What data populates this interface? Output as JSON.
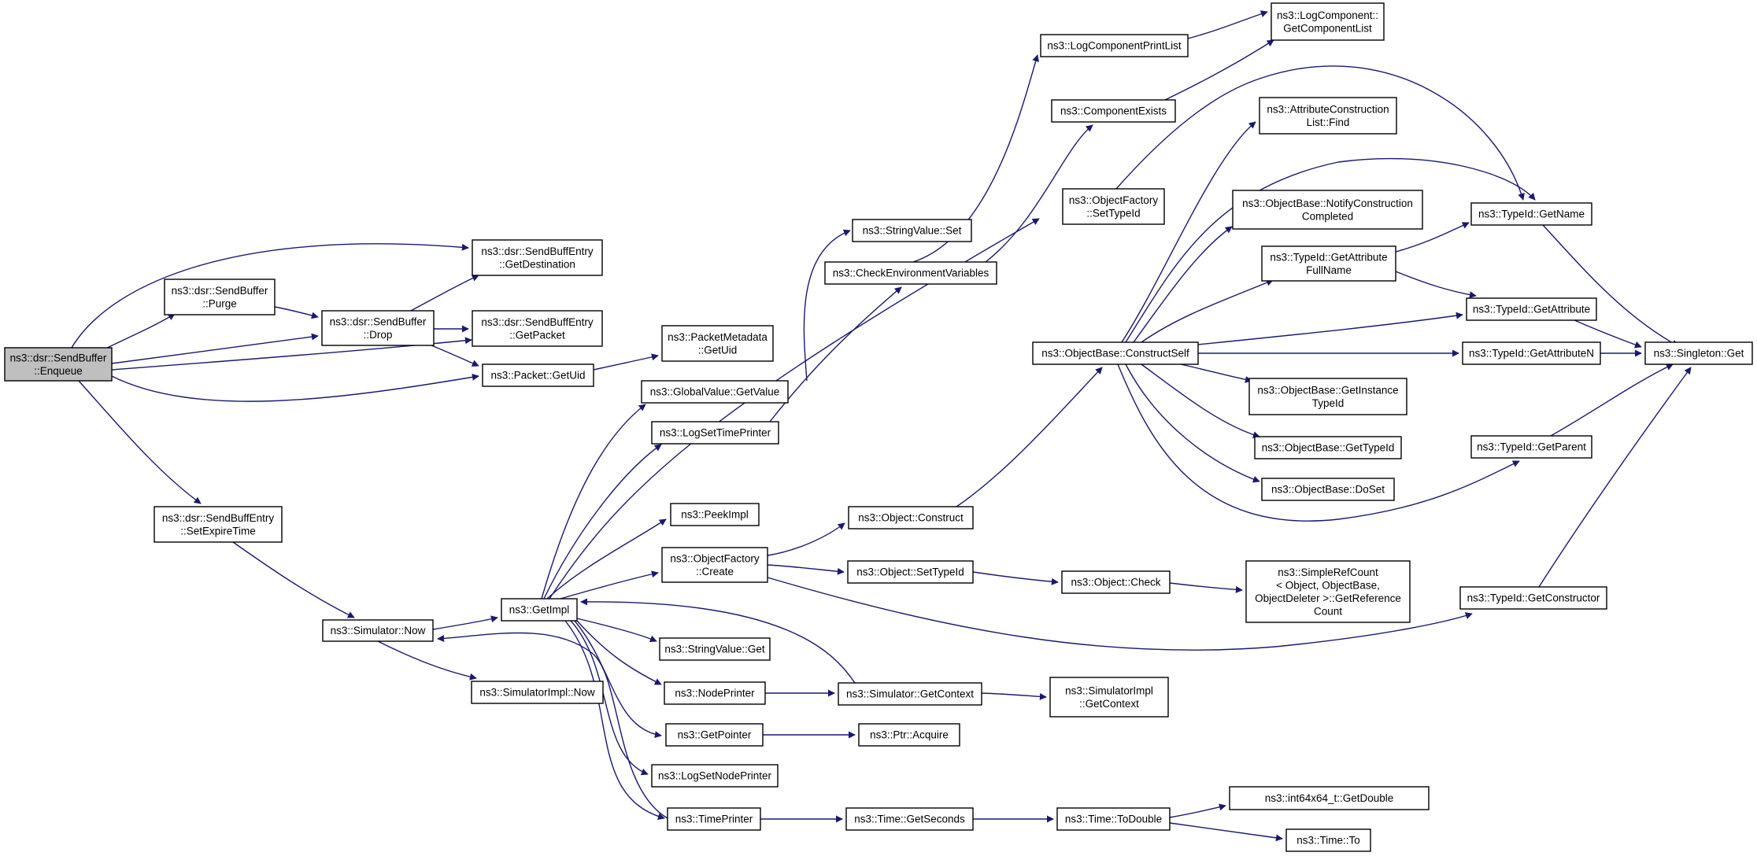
{
  "colors": {
    "edge": "#191970",
    "node_fill": "#ffffff",
    "node_border": "#000000",
    "highlight_fill": "#bfbfbf",
    "missing_border": "#ff0000"
  },
  "nodes": [
    {
      "id": "enqueue",
      "lines": [
        "ns3::dsr::SendBuffer",
        "::Enqueue"
      ],
      "style": "highlight"
    },
    {
      "id": "purge",
      "lines": [
        "ns3::dsr::SendBuffer",
        "::Purge"
      ]
    },
    {
      "id": "drop",
      "lines": [
        "ns3::dsr::SendBuffer",
        "::Drop"
      ]
    },
    {
      "id": "getdest",
      "lines": [
        "ns3::dsr::SendBuffEntry",
        "::GetDestination"
      ]
    },
    {
      "id": "getpacket",
      "lines": [
        "ns3::dsr::SendBuffEntry",
        "::GetPacket"
      ]
    },
    {
      "id": "pktuid",
      "lines": [
        "ns3::Packet::GetUid"
      ]
    },
    {
      "id": "setexpire",
      "lines": [
        "ns3::dsr::SendBuffEntry",
        "::SetExpireTime"
      ]
    },
    {
      "id": "simnow",
      "lines": [
        "ns3::Simulator::Now"
      ]
    },
    {
      "id": "simimplnow",
      "lines": [
        "ns3::SimulatorImpl::Now"
      ]
    },
    {
      "id": "getimpl",
      "lines": [
        "ns3::GetImpl"
      ]
    },
    {
      "id": "pmuid",
      "lines": [
        "ns3::PacketMetadata",
        "::GetUid"
      ]
    },
    {
      "id": "gvget",
      "lines": [
        "ns3::GlobalValue::GetValue"
      ]
    },
    {
      "id": "logsettp",
      "lines": [
        "ns3::LogSetTimePrinter"
      ]
    },
    {
      "id": "peekimpl",
      "lines": [
        "ns3::PeekImpl"
      ]
    },
    {
      "id": "ofcreate",
      "lines": [
        "ns3::ObjectFactory",
        "::Create"
      ]
    },
    {
      "id": "svget",
      "lines": [
        "ns3::StringValue::Get"
      ]
    },
    {
      "id": "nodeprinter",
      "lines": [
        "ns3::NodePrinter"
      ]
    },
    {
      "id": "getpointer",
      "lines": [
        "ns3::GetPointer"
      ]
    },
    {
      "id": "logsetnp",
      "lines": [
        "ns3::LogSetNodePrinter"
      ]
    },
    {
      "id": "timeprinter",
      "lines": [
        "ns3::TimePrinter"
      ]
    },
    {
      "id": "svset",
      "lines": [
        "ns3::StringValue::Set"
      ]
    },
    {
      "id": "checkenv",
      "lines": [
        "ns3::CheckEnvironmentVariables"
      ]
    },
    {
      "id": "objconstruct",
      "lines": [
        "ns3::Object::Construct"
      ]
    },
    {
      "id": "objsettid",
      "lines": [
        "ns3::Object::SetTypeId"
      ]
    },
    {
      "id": "simgetctx",
      "lines": [
        "ns3::Simulator::GetContext"
      ]
    },
    {
      "id": "ptracquire",
      "lines": [
        "ns3::Ptr::Acquire"
      ]
    },
    {
      "id": "timegetsec",
      "lines": [
        "ns3::Time::GetSeconds"
      ]
    },
    {
      "id": "lcprintlist",
      "lines": [
        "ns3::LogComponentPrintList"
      ]
    },
    {
      "id": "compexists",
      "lines": [
        "ns3::ComponentExists"
      ]
    },
    {
      "id": "lcgetlist",
      "lines": [
        "ns3::LogComponent::",
        "GetComponentList"
      ]
    },
    {
      "id": "ofsettid",
      "lines": [
        "ns3::ObjectFactory",
        "::SetTypeId"
      ]
    },
    {
      "id": "obconstructself",
      "lines": [
        "ns3::ObjectBase::ConstructSelf"
      ]
    },
    {
      "id": "objcheck",
      "lines": [
        "ns3::Object::Check"
      ]
    },
    {
      "id": "simimplctx",
      "lines": [
        "ns3::SimulatorImpl",
        "::GetContext"
      ]
    },
    {
      "id": "timetodouble",
      "lines": [
        "ns3::Time::ToDouble"
      ]
    },
    {
      "id": "acfind",
      "lines": [
        "ns3::AttributeConstruction",
        "List::Find"
      ]
    },
    {
      "id": "obnotify",
      "lines": [
        "ns3::ObjectBase::NotifyConstruction",
        "Completed"
      ]
    },
    {
      "id": "tidgetattrfull",
      "lines": [
        "ns3::TypeId::GetAttribute",
        "FullName"
      ]
    },
    {
      "id": "obgetinst",
      "lines": [
        "ns3::ObjectBase::GetInstance",
        "TypeId"
      ]
    },
    {
      "id": "obgettid",
      "lines": [
        "ns3::ObjectBase::GetTypeId"
      ],
      "style": "missing"
    },
    {
      "id": "obdoset",
      "lines": [
        "ns3::ObjectBase::DoSet"
      ]
    },
    {
      "id": "srcgetref",
      "lines": [
        "ns3::SimpleRefCount",
        "< Object, ObjectBase,",
        "ObjectDeleter >::GetReference",
        "Count"
      ]
    },
    {
      "id": "int64getdouble",
      "lines": [
        "ns3::int64x64_t::GetDouble"
      ]
    },
    {
      "id": "timeto",
      "lines": [
        "ns3::Time::To"
      ],
      "style": "missing"
    },
    {
      "id": "tidgetname",
      "lines": [
        "ns3::TypeId::GetName"
      ]
    },
    {
      "id": "tidgetattr",
      "lines": [
        "ns3::TypeId::GetAttribute"
      ]
    },
    {
      "id": "tidgetattrn",
      "lines": [
        "ns3::TypeId::GetAttributeN"
      ]
    },
    {
      "id": "tidgetparent",
      "lines": [
        "ns3::TypeId::GetParent"
      ],
      "style": "missing"
    },
    {
      "id": "tidgetctor",
      "lines": [
        "ns3::TypeId::GetConstructor"
      ]
    },
    {
      "id": "singletonget",
      "lines": [
        "ns3::Singleton::Get"
      ]
    }
  ]
}
